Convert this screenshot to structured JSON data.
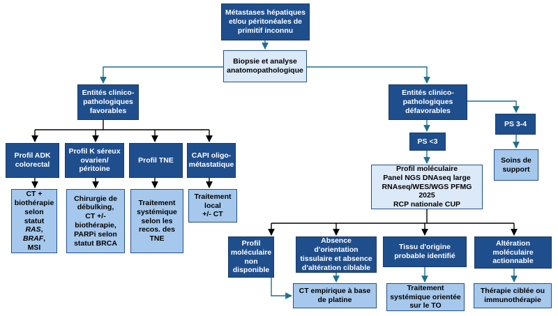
{
  "colors": {
    "dark_box": "#1f4e8c",
    "light_box": "#a6c8ec",
    "pale_box": "#dbe9f8",
    "arrow_teal": "#1d6f8e",
    "arrow_black": "#000000"
  },
  "nodes": {
    "root": {
      "label": "Métastases hépatiques\net/ou péritonéales de\nprimitif inconnu"
    },
    "biopsy": {
      "label": "Biopsie et analyse\nanatomopathologique"
    },
    "favorable": {
      "label": "Entités clinico-\npathologiques\nfavorables"
    },
    "unfavorable": {
      "label": "Entités clinico-\npathologiques\ndéfavorables"
    },
    "adk": {
      "label": "Profil ADK\ncolorectal"
    },
    "kserous": {
      "label": "Profil K séreux\novarien/\npéritoine"
    },
    "tne": {
      "label": "Profil TNE"
    },
    "capi": {
      "label": "CAPI oligo-\nmétastatique"
    },
    "adk_tx": {
      "label_before": "CT +\nbiothérapie\nselon statut\n",
      "ras": "RAS",
      "comma1": ", ",
      "braf": "BRAF",
      "label_after": ",\nMSI"
    },
    "kserous_tx": {
      "label": "Chirurgie de\ndébulking,\nCT +/-\nbiothérapie,\nPARPi selon\nstatut BRCA"
    },
    "tne_tx": {
      "label": "Traitement\nsystémique\nselon les\nrecos. des\nTNE"
    },
    "capi_tx": {
      "label": "Traitement local\n+/- CT"
    },
    "ps_lt3": {
      "label": "PS <3"
    },
    "ps_34": {
      "label": "PS 3-4"
    },
    "support": {
      "label": "Soins de\nsupport"
    },
    "molecular": {
      "label": "Profil moléculaire\nPanel NGS DNAseq large\nRNAseq/WES/WGS PFMG 2025\nRCP nationale CUP"
    },
    "no_profile": {
      "label": "Profil\nmoléculaire\nnon\ndisponible"
    },
    "no_orientation": {
      "label": "Absence\nd'orientation\ntissulaire et absence\nd'altération ciblable"
    },
    "tissue_origin": {
      "label": "Tissu d'origine\nprobable identifié"
    },
    "alteration": {
      "label": "Altération\nmoléculaire\nactionnable"
    },
    "ct_platinum": {
      "label": "CT empirique à base\nde platine"
    },
    "tx_to": {
      "label": "Traitement\nsystémique orientée\nsur le TO"
    },
    "targeted": {
      "label": "Thérapie ciblée ou\nimmunothérapie"
    }
  }
}
